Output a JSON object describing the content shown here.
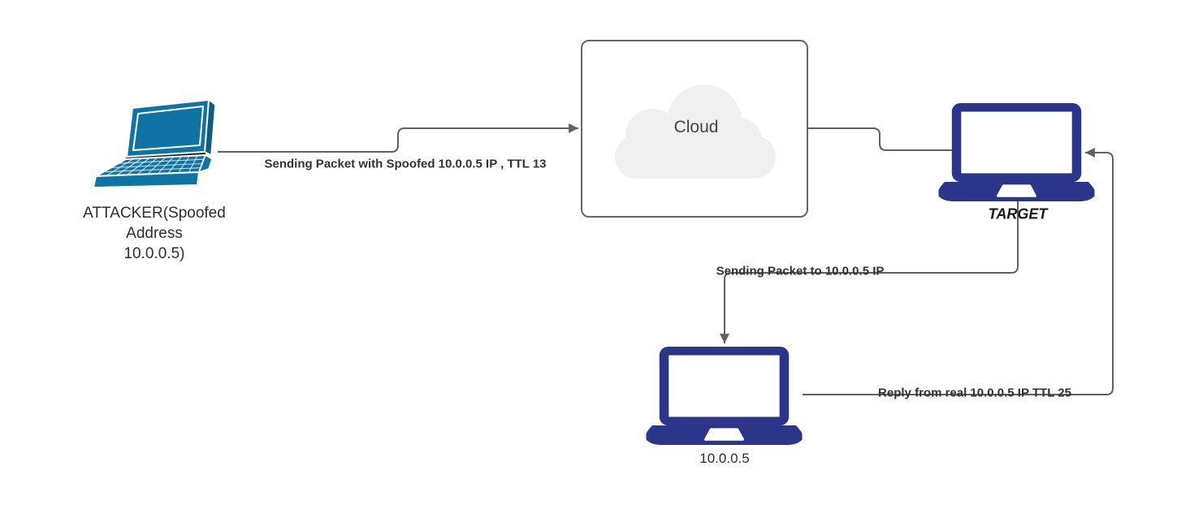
{
  "diagram": {
    "nodes": {
      "attacker": {
        "label_lines": [
          "ATTACKER(Spoofed",
          "Address",
          "10.0.0.5)"
        ]
      },
      "cloud": {
        "label": "Cloud"
      },
      "target": {
        "label": "TARGET"
      },
      "real_host": {
        "label": "10.0.0.5"
      }
    },
    "edges": [
      {
        "id": "attacker-to-cloud",
        "from": "attacker",
        "to": "cloud",
        "label": "Sending Packet with Spoofed 10.0.0.5 IP , TTL 13"
      },
      {
        "id": "cloud-to-target",
        "from": "cloud",
        "to": "target",
        "label": ""
      },
      {
        "id": "target-to-real-host",
        "from": "target",
        "to": "real_host",
        "label": "Sending Packet to 10.0.0.5 IP"
      },
      {
        "id": "real-host-to-target",
        "from": "real_host",
        "to": "target",
        "label": "Reply from real 10.0.0.5 IP TTL 25"
      }
    ],
    "colors": {
      "attacker_laptop": "#0f74a3",
      "attacker_laptop_shade": "#0c5d84",
      "navy_laptop": "#2b3589",
      "connector": "#616161",
      "cloud_fill": "#f0f0f0",
      "node_border": "#666666",
      "label_text": "#333333"
    }
  }
}
